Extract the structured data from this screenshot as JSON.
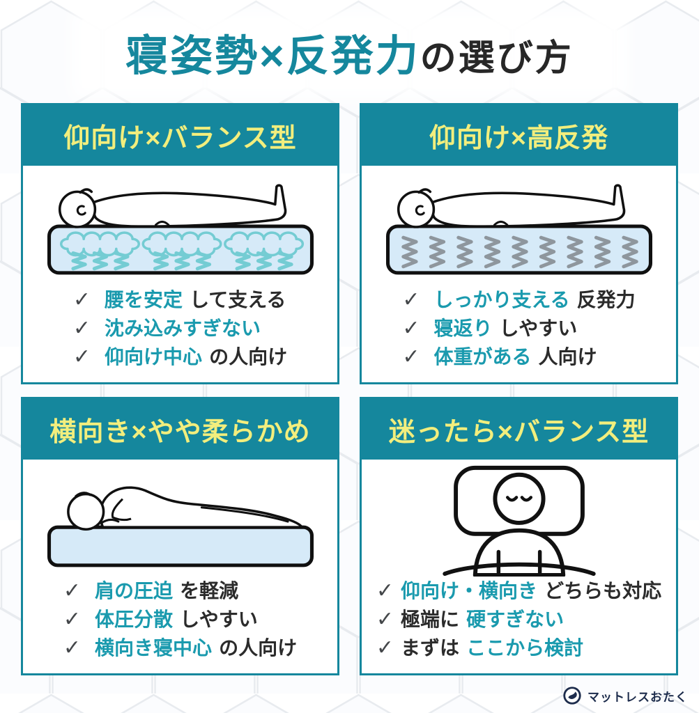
{
  "title": {
    "highlight": "寝姿勢×反発力",
    "rest": "の選び方"
  },
  "check_glyph": "✓",
  "cards": [
    {
      "header": "仰向け×バランス型",
      "illustration": "back-sleeper-pocket-coil-mattress",
      "items": [
        {
          "pre": "",
          "accent": "腰を安定",
          "post": "して支える"
        },
        {
          "pre": "",
          "accent": "沈み込みすぎない",
          "post": ""
        },
        {
          "pre": "",
          "accent": "仰向け中心",
          "post": "の人向け"
        }
      ]
    },
    {
      "header": "仰向け×高反発",
      "illustration": "back-sleeper-spring-mattress",
      "items": [
        {
          "pre": "",
          "accent": "しっかり支える",
          "post": "反発力"
        },
        {
          "pre": "",
          "accent": "寝返り",
          "post": "しやすい"
        },
        {
          "pre": "",
          "accent": "体重がある",
          "post": "人向け"
        }
      ]
    },
    {
      "header": "横向き×やや柔らかめ",
      "illustration": "side-sleeper-plain-mattress",
      "items": [
        {
          "pre": "",
          "accent": "肩の圧迫",
          "post": "を軽減"
        },
        {
          "pre": "",
          "accent": "体圧分散",
          "post": "しやすい"
        },
        {
          "pre": "",
          "accent": "横向き寝中心",
          "post": "の人向け"
        }
      ]
    },
    {
      "header": "迷ったら×バランス型",
      "illustration": "front-view-sleeper-with-pillow",
      "items": [
        {
          "pre": "",
          "accent": "仰向け・横向き",
          "post": "どちらも対応"
        },
        {
          "pre": "極端に",
          "accent": "硬すぎない",
          "post": ""
        },
        {
          "pre": "まずは",
          "accent": "ここから検討",
          "post": ""
        }
      ]
    }
  ],
  "footer": {
    "brand": "マットレスおたく"
  },
  "colors": {
    "teal": "#15879d",
    "accent_text": "#1a9aae",
    "header_yellow": "#f2ee7d",
    "dark_text": "#2b2b2b",
    "mattress_fill": "#d6eaf8",
    "coil_teal": "#74ccd3",
    "spring_gray": "#8e969d",
    "logo_navy": "#1d2c4c"
  }
}
